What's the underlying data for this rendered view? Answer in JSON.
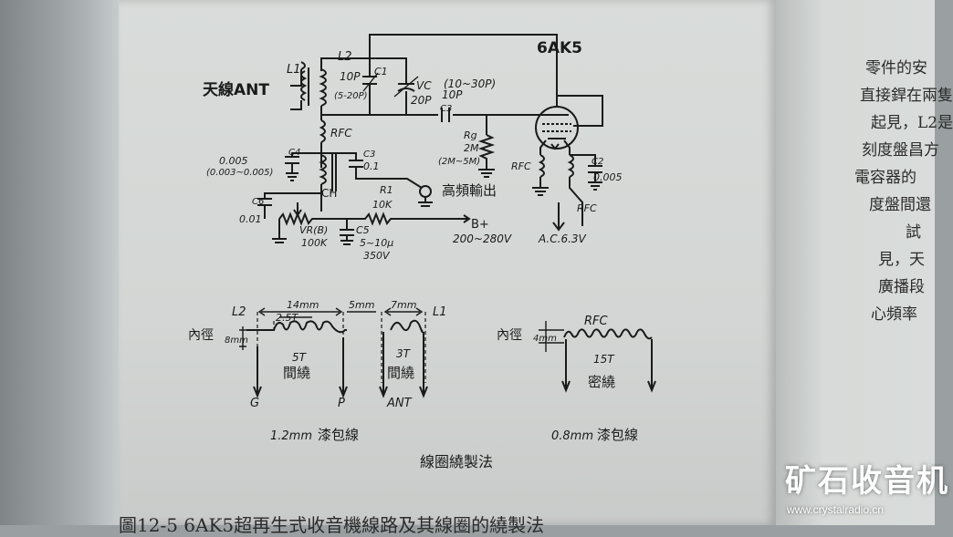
{
  "schematic": {
    "tube": "6AK5",
    "ant_label": "天線ANT",
    "L1": "L1",
    "L2": "L2",
    "C1_value": "10P",
    "C1_name": "C1",
    "C1_range": "(5-20P)",
    "VC_name": "VC",
    "VC_value": "20P",
    "VC_range": "(10~30P)",
    "C3_value": "10P",
    "C3_name": "C3",
    "RFC_top": "RFC",
    "Rg_name": "Rg",
    "Rg_value": "2M",
    "Rg_range": "(2M~5M)",
    "C4_value": "0.005",
    "C4_name": "C4",
    "C4_range": "(0.003~0.005)",
    "C_mid_name": "C3",
    "C_mid_value": "0.1",
    "C6_name": "C6",
    "C6_value": "0.01",
    "CH": "CH",
    "R1_name": "R1",
    "R1_value": "10K",
    "rf_out": "高頻輸出",
    "VR_name": "VR(B)",
    "VR_value": "100K",
    "C5_name": "C5",
    "C5_value": "5~10μ",
    "C5_volt": "350V",
    "Bplus": "B+",
    "Bplus_volt": "200~280V",
    "RFC_cathode": "RFC",
    "C2_name": "C2",
    "C2_value": "0.005",
    "RFC_heater": "RFC",
    "heater": "A.C.6.3V"
  },
  "coils": {
    "L2_label": "L2",
    "L1_label": "L1",
    "dim_14": "14mm",
    "dim_5": "5mm",
    "dim_7": "7mm",
    "turns_25": "2.5T",
    "inner_dia_label": "內徑",
    "dia_8": "8mm",
    "turns_5": "5T",
    "spaced_wind_1": "間繞",
    "turns_3": "3T",
    "spaced_wind_2": "間繞",
    "pin_G": "G",
    "pin_P": "P",
    "pin_ANT": "ANT",
    "wire_12": "1.2mm",
    "enamel_1": "漆包線",
    "rfc_title": "RFC",
    "inner_dia_label_2": "內徑",
    "dia_4": "4mm",
    "turns_15": "15T",
    "close_wind": "密繞",
    "wire_08": "0.8mm",
    "enamel_2": "漆包線",
    "method_caption": "線圈繞製法"
  },
  "right_page_lines": [
    "零件的安",
    "直接銲在兩隻",
    "起見，L2是",
    "刻度盤昌方",
    "電容器的",
    "度盤間還",
    "試",
    "見，天",
    "廣播段",
    "心頻率"
  ],
  "bottom_caption": "圖12-5 6AK5超再生式收音機線路及其線圈的繞製法",
  "watermark": {
    "brand": "矿石收音机",
    "url": "www.crystalradio.cn"
  }
}
